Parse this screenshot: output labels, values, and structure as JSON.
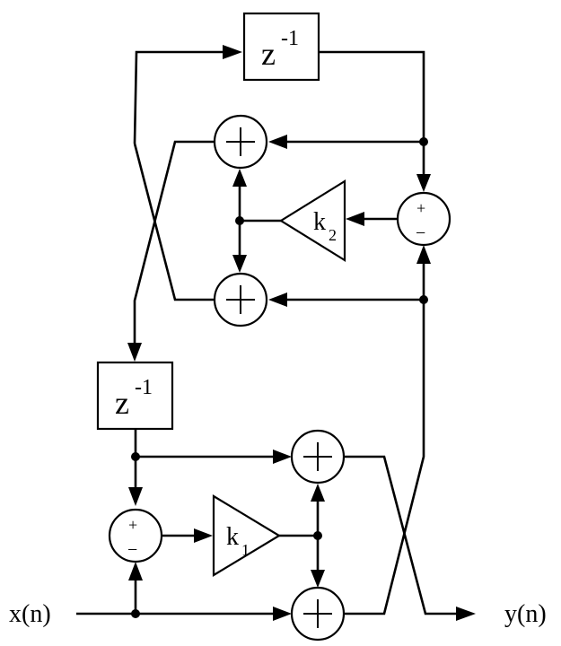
{
  "input_label": "x(n)",
  "output_label": "y(n)",
  "delays": [
    {
      "base": "z",
      "exponent": "-1"
    },
    {
      "base": "z",
      "exponent": "-1"
    }
  ],
  "gains": [
    {
      "base": "k",
      "subscript": "2"
    },
    {
      "base": "k",
      "subscript": "1"
    }
  ],
  "adder_symbol": "+",
  "subtractor_signs": {
    "plus": "+",
    "minus": "−"
  }
}
